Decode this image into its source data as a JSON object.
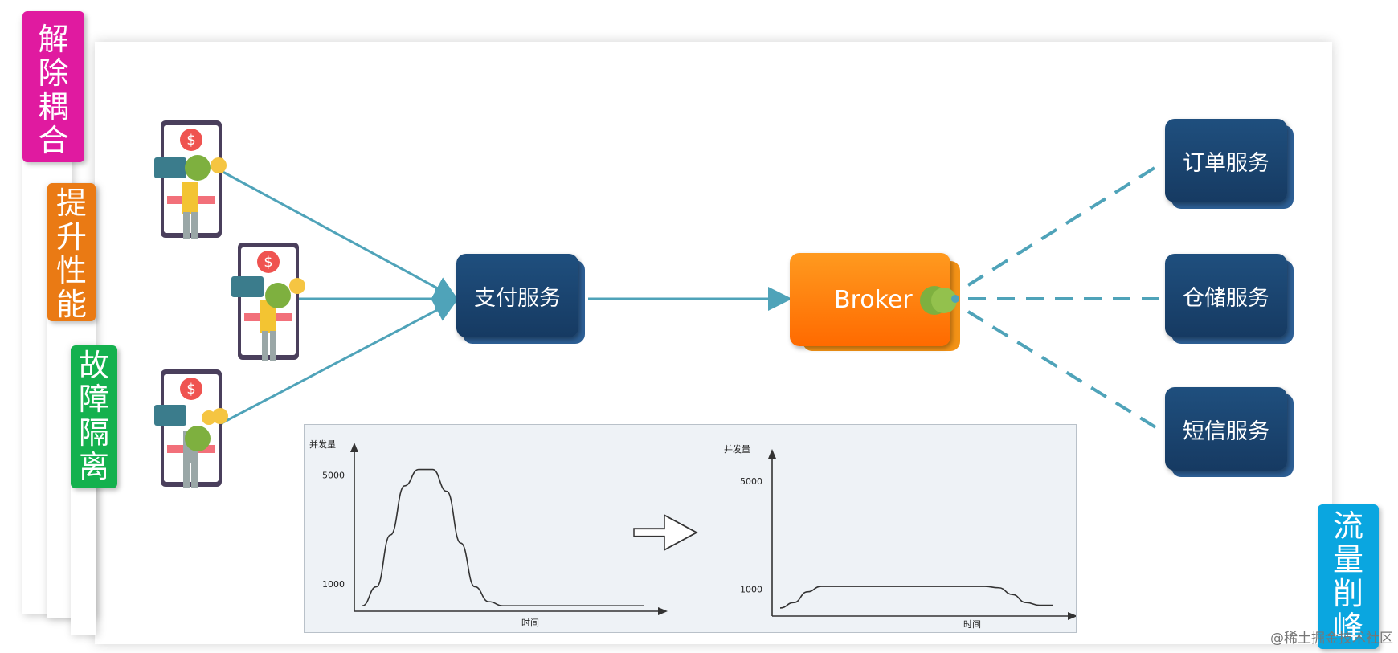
{
  "tags": {
    "decouple": "解除耦合",
    "performance": "提升性能",
    "isolation": "故障隔离",
    "peak_shaving": "流量削峰"
  },
  "services": {
    "payment": "支付服务",
    "broker": "Broker",
    "order": "订单服务",
    "warehouse": "仓储服务",
    "sms": "短信服务"
  },
  "colors": {
    "decouple": "#e01aa0",
    "performance": "#ea7a14",
    "isolation": "#14b14e",
    "peak_shaving": "#0aa6e0",
    "service": "#1a4470",
    "broker": "#ff7a00",
    "arrow": "#4fa3b9"
  },
  "icons": {
    "phone": "phone-payment-icon",
    "dollar": "dollar-icon",
    "person": "person-icon",
    "cloud": "cloud-icon",
    "arrow": "right-arrow-icon"
  },
  "chart_data": [
    {
      "type": "line",
      "ylabel": "并发量",
      "xlabel": "时间",
      "yticks": [
        1000,
        5000
      ],
      "ylim": [
        0,
        5600
      ],
      "x": [
        0,
        0.05,
        0.1,
        0.15,
        0.2,
        0.25,
        0.3,
        0.35,
        0.4,
        0.45,
        0.5,
        0.55,
        0.6,
        0.65,
        0.7,
        0.75,
        0.8,
        0.85,
        0.9,
        0.95,
        1
      ],
      "series": [
        {
          "values": [
            200,
            900,
            2800,
            4600,
            5200,
            5200,
            4400,
            2500,
            900,
            350,
            200,
            200,
            200,
            200,
            200,
            200,
            200,
            200,
            200,
            200,
            200
          ]
        }
      ]
    },
    {
      "type": "line",
      "ylabel": "并发量",
      "xlabel": "时间",
      "yticks": [
        1000,
        5000
      ],
      "ylim": [
        0,
        5600
      ],
      "x": [
        0,
        0.05,
        0.1,
        0.15,
        0.2,
        0.3,
        0.4,
        0.5,
        0.6,
        0.7,
        0.75,
        0.8,
        0.85,
        0.9,
        0.95,
        1
      ],
      "series": [
        {
          "values": [
            300,
            500,
            900,
            1100,
            1100,
            1100,
            1100,
            1100,
            1100,
            1100,
            1100,
            1050,
            800,
            500,
            400,
            400
          ]
        }
      ]
    }
  ],
  "watermark": "@稀土掘金技术社区"
}
